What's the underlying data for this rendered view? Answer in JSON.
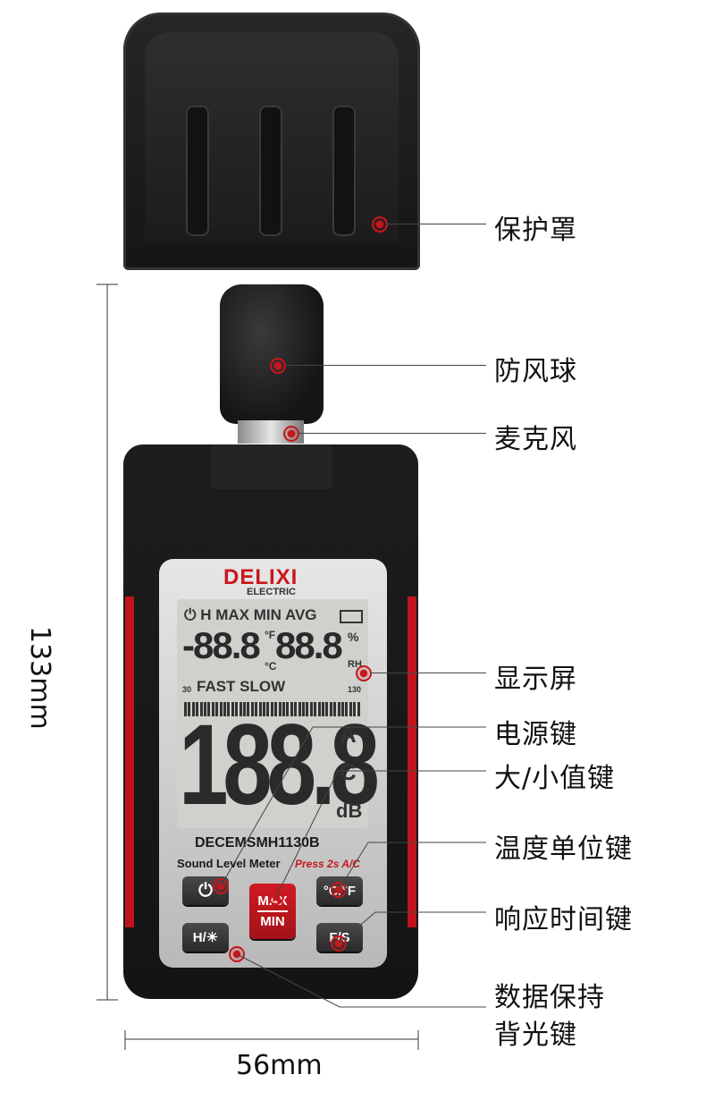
{
  "callouts": {
    "cap": "保护罩",
    "windball": "防风球",
    "mic": "麦克风",
    "screen": "显示屏",
    "power": "电源键",
    "maxmin": "大/小值键",
    "tempunit": "温度单位键",
    "response": "响应时间键",
    "hold_line1": "数据保持",
    "hold_line2": "背光键"
  },
  "dimensions": {
    "height": "133mm",
    "width": "56mm"
  },
  "device": {
    "brand": "DELIXI",
    "brand_sub": "ELECTRIC",
    "model": "DECEMSMH1130B",
    "product": "Sound Level Meter",
    "hint": "Press 2s A/C"
  },
  "lcd": {
    "top_icons": "H MAX MIN AVG",
    "small_digits_left": "-88.8",
    "small_digits_right": "88.8",
    "unit_f": "°F",
    "unit_c": "°C",
    "percent": "%",
    "rh": "RH",
    "scale_min": "30",
    "scale_max": "130",
    "mode": "FAST SLOW",
    "big_digits": "188.8",
    "weight_a": "A",
    "weight_c": "C",
    "unit_db": "dB"
  },
  "buttons": {
    "maxmin_top": "MAX",
    "maxmin_bottom": "MIN",
    "cf": "°C/°F",
    "fs": "F/S",
    "hold_backlight": "H/☀"
  },
  "colors": {
    "accent": "#c8161d",
    "body": "#1a1a1a"
  }
}
